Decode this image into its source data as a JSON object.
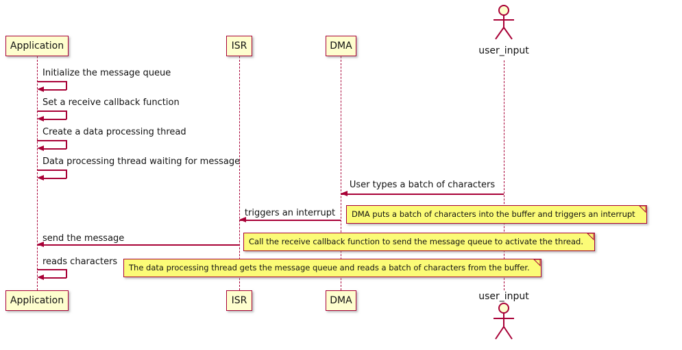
{
  "diagram": {
    "participants": {
      "application": "Application",
      "isr": "ISR",
      "dma": "DMA"
    },
    "actor_label": "user_input",
    "messages": {
      "m1": "Initialize the message queue",
      "m2": "Set a receive callback function",
      "m3": "Create a data processing thread",
      "m4": "Data processing thread waiting for message",
      "m5": "User types a batch of characters",
      "m6": "triggers an interrupt",
      "m7": "send the message",
      "m8": "reads characters"
    },
    "notes": {
      "n1": "DMA puts a batch of characters into the buffer and triggers an interrupt",
      "n2": "Call the receive callback function to send the message queue to activate the thread.",
      "n3": "The data processing thread gets the message queue and reads a batch of characters from the buffer."
    },
    "colors": {
      "stroke": "#A80036",
      "participant_fill": "#FEFECE",
      "note_fill": "#FBFB77",
      "background": "#FFFFFF"
    }
  }
}
